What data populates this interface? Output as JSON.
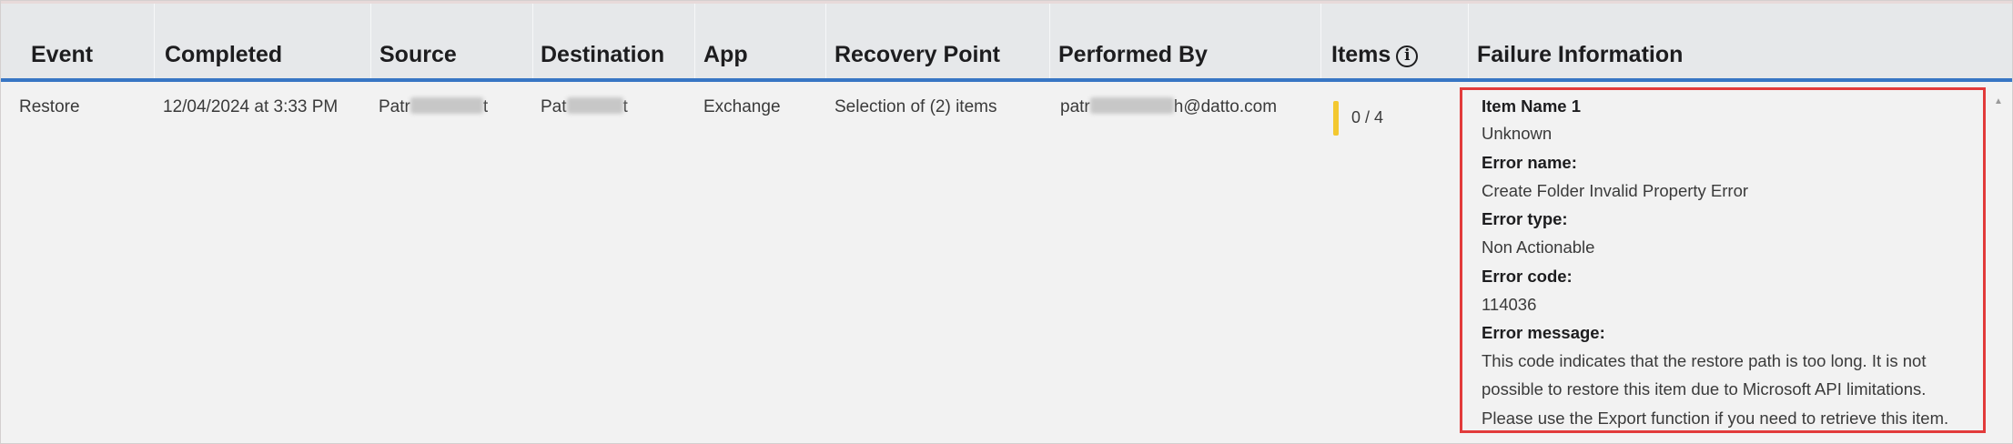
{
  "table": {
    "headers": {
      "event": "Event",
      "completed": "Completed",
      "source": "Source",
      "destination": "Destination",
      "app": "App",
      "recovery_point": "Recovery Point",
      "performed_by": "Performed By",
      "items": "Items",
      "failure_information": "Failure Information"
    },
    "row": {
      "event": "Restore",
      "completed": "12/04/2024 at 3:33 PM",
      "source_prefix": "Patr",
      "source_suffix": "t",
      "destination_prefix": "Pat",
      "destination_suffix": "t",
      "app": "Exchange",
      "recovery_point": "Selection of (2) items",
      "performed_by_prefix": "patr",
      "performed_by_suffix": "h@datto.com",
      "items_value": "0 / 4",
      "items_fraction": 0
    }
  },
  "failure": {
    "item_name_label": "Item Name 1",
    "item_name_value": "Unknown",
    "error_name_label": "Error name:",
    "error_name_value": "Create Folder Invalid Property Error",
    "error_type_label": "Error type:",
    "error_type_value": "Non Actionable",
    "error_code_label": "Error code:",
    "error_code_value": "114036",
    "error_message_label": "Error message:",
    "error_message_line1": "This code indicates that the restore path is too long. It is not",
    "error_message_line2": "possible to restore this item due to Microsoft API limitations.",
    "error_message_line3": "Please use the Export function if you need to retrieve this item."
  },
  "icons": {
    "items_info": "info-icon",
    "scroll": "scroll-up-arrow-icon"
  },
  "colors": {
    "header_underline": "#3876c4",
    "items_indicator": "#f3c830",
    "highlight_border": "#e23b3b"
  }
}
